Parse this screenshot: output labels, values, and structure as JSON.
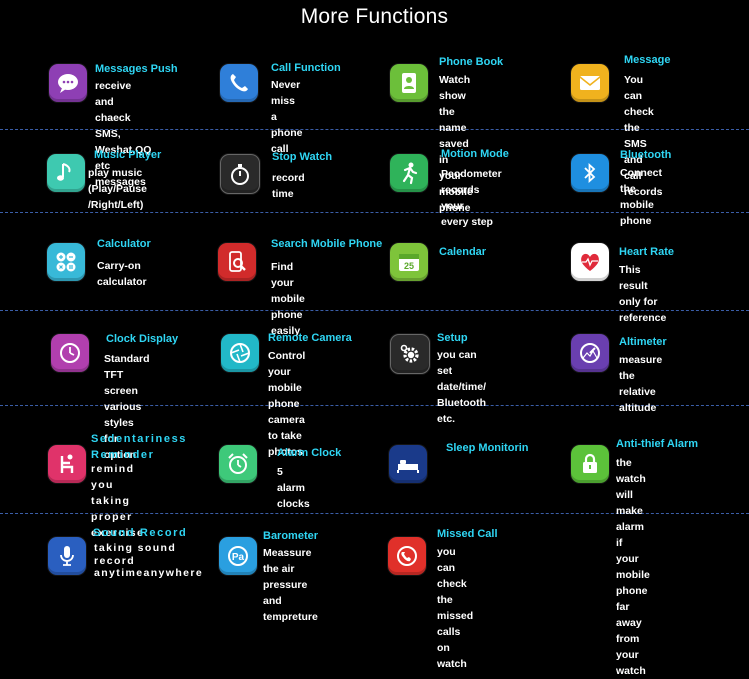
{
  "page": {
    "title": "More Functions"
  },
  "features": {
    "messages_push": {
      "title": "Messages Push",
      "desc": "receive and chaeck SMS,\nWeshat,QQ etc messages",
      "icon": "chat-bubble-icon",
      "color": "#8e3fb4"
    },
    "call_function": {
      "title": "Call Function",
      "desc": "Never miss a phone\ncall",
      "icon": "phone-icon",
      "color": "#2f7fd9"
    },
    "phone_book": {
      "title": "Phone Book",
      "desc": "Watch show the name\nsaved in your mobile\nphone",
      "icon": "contacts-icon",
      "color": "#6cbf3a"
    },
    "message": {
      "title": "Message",
      "desc": "You can check the SMS\nand call records",
      "icon": "envelope-icon",
      "color": "#f0b21e"
    },
    "music_player": {
      "title": "Music Player",
      "desc": "play music (Play/Pause\n/Right/Left)",
      "icon": "music-note-icon",
      "color": "#3ec9b0"
    },
    "stop_watch": {
      "title": "Stop Watch",
      "desc": "record time",
      "icon": "stopwatch-icon",
      "color": "#1e1e1e"
    },
    "motion_mode": {
      "title": "Motion Mode",
      "desc": "Peodometer records your\nevery step",
      "icon": "runner-icon",
      "color": "#2fb35a"
    },
    "bluetooth": {
      "title": "Bluetooth",
      "desc": "Connect the mobile phone",
      "icon": "bluetooth-icon",
      "color": "#1f8fe0"
    },
    "calculator": {
      "title": "Calculator",
      "desc": "Carry-on calculator",
      "icon": "calculator-icon",
      "color": "#38b9d8"
    },
    "search_mobile_phone": {
      "title": "Search Mobile Phone",
      "desc": "Find your  mobile phone\neasily",
      "icon": "search-phone-icon",
      "color": "#d12b2b"
    },
    "calendar": {
      "title": "Calendar",
      "desc": "",
      "icon": "calendar-icon",
      "color": "#7ec43a",
      "day": "25"
    },
    "heart_rate": {
      "title": "Heart Rate",
      "desc": "This result only for reference",
      "icon": "heart-icon",
      "color": "#ffffff"
    },
    "clock_display": {
      "title": "Clock Display",
      "desc": "Standard TFT screen\nvarious  styles for option",
      "icon": "clock-icon",
      "color": "#b13fae"
    },
    "remote_camera": {
      "title": "Remote Camera",
      "desc": "Control your mobile phone\ncamera to take photos",
      "icon": "camera-shutter-icon",
      "color": "#22b8c8"
    },
    "setup": {
      "title": "Setup",
      "desc": "you can set date/time/\nBluetooth etc.",
      "icon": "gear-icon",
      "color": "#2a2a2a"
    },
    "altimeter": {
      "title": "Altimeter",
      "desc": "measure the relative altitude",
      "icon": "altimeter-icon",
      "color": "#6a3fb0"
    },
    "sedentariness_reminder": {
      "title": "Sedentariness\nReminder",
      "desc": "remind you taking\nproper exercise",
      "icon": "chair-icon",
      "color": "#e0336a"
    },
    "alarm_clock": {
      "title": "Alarm Clock",
      "desc": "5 alarm clocks",
      "icon": "alarm-clock-icon",
      "color": "#3ec97a"
    },
    "sleep_monitorin": {
      "title": "Sleep Monitorin",
      "desc": "",
      "icon": "bed-icon",
      "color": "#1a3a8a"
    },
    "anti_thief_alarm": {
      "title": "Anti-thief Alarm",
      "desc": "the watch will make alarm if\nyour mobile phone far away\nfrom your watch",
      "icon": "lock-icon",
      "color": "#5cc23a"
    },
    "sound_record": {
      "title": "Sound Record",
      "desc": "taking sound\nrecord\nanytimeanywhere",
      "icon": "microphone-icon",
      "color": "#2a5fc0"
    },
    "barometer": {
      "title": "Barometer",
      "desc": "Meassure the air pressure\nand tempreture",
      "icon": "barometer-icon",
      "color": "#2a9fe0",
      "label": "Pa"
    },
    "missed_call": {
      "title": "Missed Call",
      "desc": "you can check the missed\ncalls on watch",
      "icon": "missed-call-icon",
      "color": "#e0302a"
    }
  }
}
